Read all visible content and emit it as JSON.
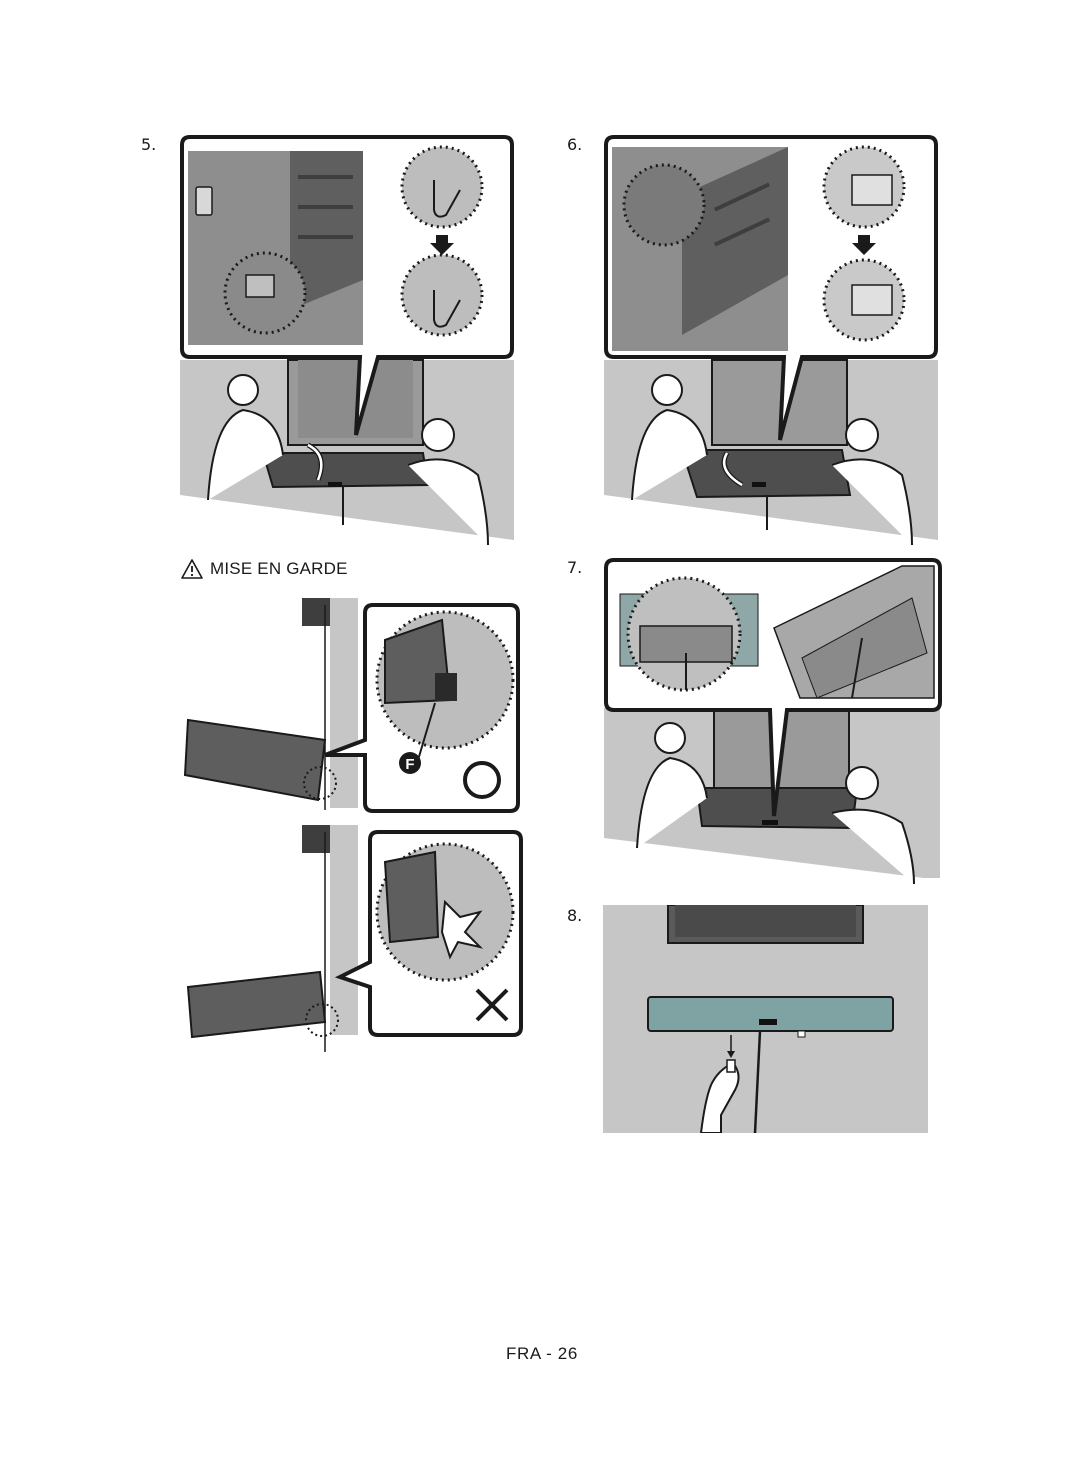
{
  "steps": {
    "s5": "5.",
    "s6": "6.",
    "s7": "7.",
    "s8": "8."
  },
  "caution": {
    "label": "MISE EN GARDE",
    "icon": "warning-triangle-icon"
  },
  "callout_letter": "F",
  "marks": {
    "correct": "circle-ok-icon",
    "incorrect": "cross-icon"
  },
  "footer": {
    "page": "FRA - 26"
  },
  "colors": {
    "wall": "#c6c6c6",
    "panel_dark": "#6d6d6d",
    "soundbar": "#5a5a5a",
    "soundbar_teal": "#7fa3a3",
    "outline": "#1a1a1a"
  }
}
